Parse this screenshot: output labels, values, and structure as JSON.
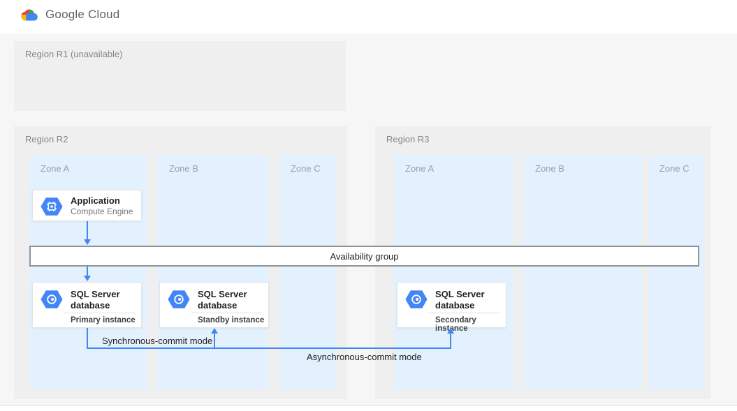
{
  "brand": {
    "name": "Google Cloud",
    "logo": "google-cloud-logo"
  },
  "diagram": {
    "regions": [
      {
        "label": "Region R1 (unavailable)",
        "zones": []
      },
      {
        "label": "Region R2",
        "zones": [
          "Zone A",
          "Zone B",
          "Zone C"
        ]
      },
      {
        "label": "Region R3",
        "zones": [
          "Zone A",
          "Zone B",
          "Zone C"
        ]
      }
    ],
    "application_card": {
      "title": "Application",
      "subtitle": "Compute Engine",
      "icon": "compute-engine-icon"
    },
    "availability_group": {
      "label": "Availability group"
    },
    "sql_cards": [
      {
        "title": "SQL Server database",
        "role": "Primary instance",
        "icon": "cloud-sql-icon"
      },
      {
        "title": "SQL Server database",
        "role": "Standby instance",
        "icon": "cloud-sql-icon"
      },
      {
        "title": "SQL Server database",
        "role": "Secondary instance",
        "icon": "cloud-sql-icon"
      }
    ],
    "connections": {
      "synchronous": "Synchronous-commit mode",
      "asynchronous": "Asynchronous-commit mode"
    },
    "colors": {
      "accent_blue": "#4285f4",
      "zone_bg": "#e3f0fd",
      "region_bg": "#efefef",
      "logo_red": "#ea4335",
      "logo_yellow": "#fbbc04",
      "logo_green": "#34a853"
    }
  }
}
